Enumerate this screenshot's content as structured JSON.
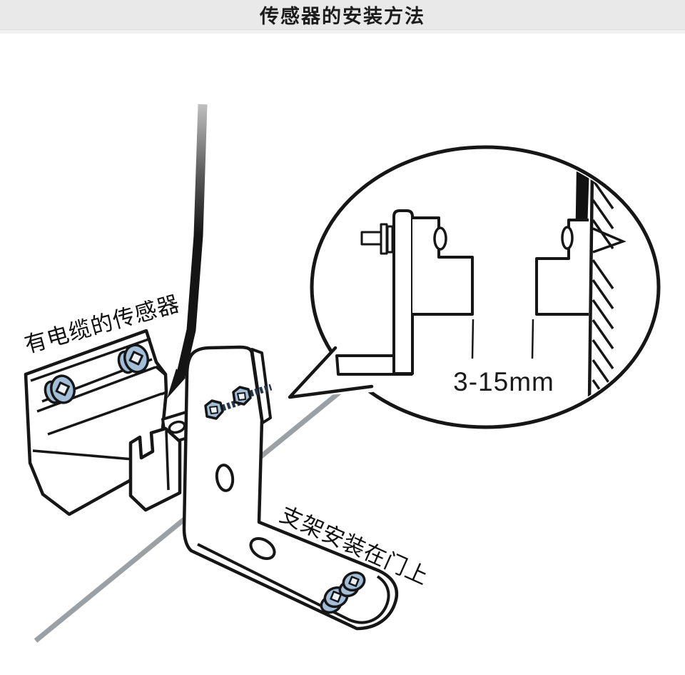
{
  "title": "传感器的安装方法",
  "diagram": {
    "labels": {
      "sensor_with_cable": "有电缆的传感器",
      "bracket_on_door": "支架安装在门上",
      "gap_measurement": "3-15mm"
    },
    "colors": {
      "screw_blue": "#a3bed9",
      "outline_black": "#161616",
      "door_edge_gray": "#9ba0a5",
      "header_background": "#e9e9e9"
    }
  }
}
